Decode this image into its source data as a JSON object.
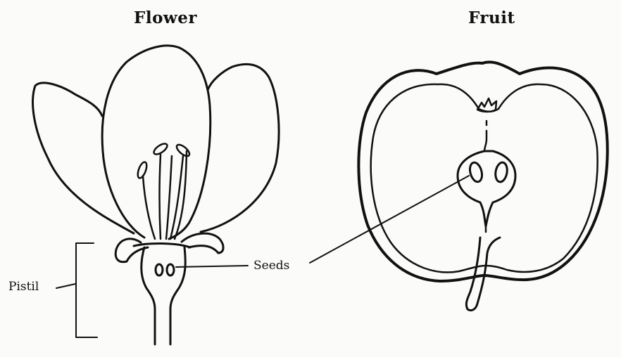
{
  "titles": {
    "flower": "Flower",
    "fruit": "Fruit"
  },
  "labels": {
    "pistil": "Pistil",
    "seeds": "Seeds"
  }
}
